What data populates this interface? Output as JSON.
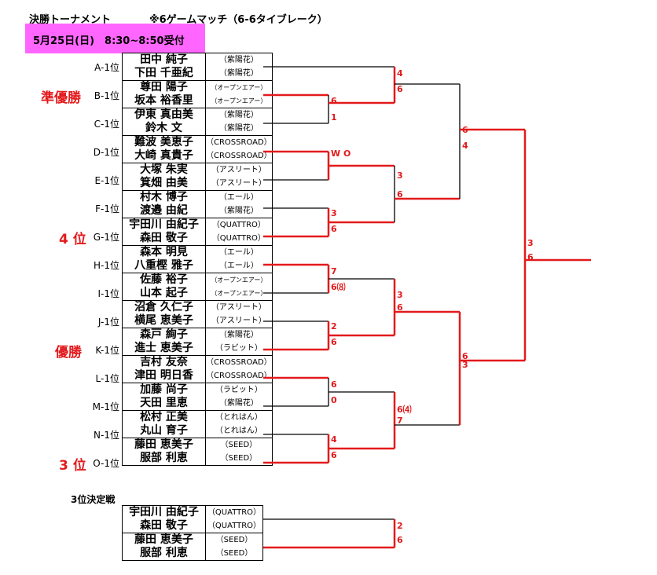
{
  "header": {
    "title": "決勝トーナメント",
    "format": "※6ゲームマッチ（6-6タイブレーク）",
    "date": "5月25日(日)　8:30~8:50受付"
  },
  "slots": [
    "A-1位",
    "B-1位",
    "C-1位",
    "D-1位",
    "E-1位",
    "F-1位",
    "G-1位",
    "H-1位",
    "I-1位",
    "J-1位",
    "K-1位",
    "L-1位",
    "M-1位",
    "N-1位",
    "O-1位"
  ],
  "badges": [
    {
      "slot": 1,
      "text": "準優勝"
    },
    {
      "slot": 6,
      "text": "4 位"
    },
    {
      "slot": 10,
      "text": "優勝"
    },
    {
      "slot": 14,
      "text": "3 位"
    }
  ],
  "pairs": [
    {
      "names": [
        "田中 純子",
        "下田 千亜紀"
      ],
      "clubs": [
        "（紫陽花）",
        "（紫陽花）"
      ]
    },
    {
      "names": [
        "尊田 陽子",
        "坂本 裕香里"
      ],
      "clubs": [
        "（オープンエアー）",
        "（オープンエアー）"
      ]
    },
    {
      "names": [
        "伊東 真由美",
        "鈴木 文"
      ],
      "clubs": [
        "（紫陽花）",
        "（紫陽花）"
      ]
    },
    {
      "names": [
        "難波 美恵子",
        "大崎 真貴子"
      ],
      "clubs": [
        "（CROSSROAD）",
        "（CROSSROAD）"
      ]
    },
    {
      "names": [
        "大塚 朱実",
        "箕畑 由美"
      ],
      "clubs": [
        "（アスリート）",
        "（アスリート）"
      ]
    },
    {
      "names": [
        "村木 博子",
        "渡邉 由紀"
      ],
      "clubs": [
        "（エール）",
        "（紫陽花）"
      ]
    },
    {
      "names": [
        "宇田川 由紀子",
        "森田 敬子"
      ],
      "clubs": [
        "（QUATTRO）",
        "（QUATTRO）"
      ]
    },
    {
      "names": [
        "森本 明見",
        "八重樫 雅子"
      ],
      "clubs": [
        "（エール）",
        "（エール）"
      ]
    },
    {
      "names": [
        "佐藤 裕子",
        "山本 起子"
      ],
      "clubs": [
        "（オープンエアー）",
        "（オープンエアー）"
      ]
    },
    {
      "names": [
        "沼倉 久仁子",
        "横尾 恵美子"
      ],
      "clubs": [
        "（アスリート）",
        "（アスリート）"
      ]
    },
    {
      "names": [
        "森戸 絢子",
        "進士 恵美子"
      ],
      "clubs": [
        "（紫陽花）",
        "（ラビット）"
      ]
    },
    {
      "names": [
        "吉村 友奈",
        "津田 明日香"
      ],
      "clubs": [
        "（CROSSROAD）",
        "（CROSSROAD）"
      ]
    },
    {
      "names": [
        "加藤 尚子",
        "天田 里恵"
      ],
      "clubs": [
        "（ラビット）",
        "（紫陽花）"
      ]
    },
    {
      "names": [
        "松村 正美",
        "丸山 育子"
      ],
      "clubs": [
        "（とれはん）",
        "（とれはん）"
      ]
    },
    {
      "names": [
        "藤田 恵美子",
        "服部 利恵"
      ],
      "clubs": [
        "（SEED）",
        "（SEED）"
      ]
    }
  ],
  "third_place": {
    "title": "3位決定戦",
    "pairs": [
      {
        "names": [
          "宇田川 由紀子",
          "森田 敬子"
        ],
        "clubs": [
          "（QUATTRO）",
          "（QUATTRO）"
        ]
      },
      {
        "names": [
          "藤田 恵美子",
          "服部 利恵"
        ],
        "clubs": [
          "（SEED）",
          "（SEED）"
        ]
      }
    ],
    "scores": [
      "2",
      "6"
    ]
  },
  "scores": [
    {
      "id": "r1-ab-top",
      "text": "4"
    },
    {
      "id": "r1-ab-bot",
      "text": "6"
    },
    {
      "id": "r1-bc-top",
      "text": "6"
    },
    {
      "id": "r1-bc-bot",
      "text": "1"
    },
    {
      "id": "r1-de",
      "text": "W O"
    },
    {
      "id": "r2-abc-top",
      "text": "6"
    },
    {
      "id": "r2-abc-bot",
      "text": "4"
    },
    {
      "id": "r2-defg-top",
      "text": "3"
    },
    {
      "id": "r2-defg-bot",
      "text": "6"
    },
    {
      "id": "r1-fg-top",
      "text": "3"
    },
    {
      "id": "r1-fg-bot",
      "text": "6"
    },
    {
      "id": "final-top",
      "text": "3"
    },
    {
      "id": "final-bot",
      "text": "6"
    },
    {
      "id": "r1-hi-top",
      "text": "7"
    },
    {
      "id": "r1-hi-bot",
      "text": "6⑻"
    },
    {
      "id": "r2-hk-top",
      "text": "3"
    },
    {
      "id": "r2-hk-bot",
      "text": "6"
    },
    {
      "id": "r1-jk-top",
      "text": "2"
    },
    {
      "id": "r1-jk-bot",
      "text": "6"
    },
    {
      "id": "sf2-top",
      "text": "6"
    },
    {
      "id": "sf2-bot",
      "text": "3"
    },
    {
      "id": "r1-lm-top",
      "text": "6"
    },
    {
      "id": "r1-lm-bot",
      "text": "0"
    },
    {
      "id": "r2-lo-top",
      "text": "6⑷"
    },
    {
      "id": "r2-lo-bot",
      "text": "7"
    },
    {
      "id": "r1-no-top",
      "text": "4"
    },
    {
      "id": "r1-no-bot",
      "text": "6"
    }
  ]
}
